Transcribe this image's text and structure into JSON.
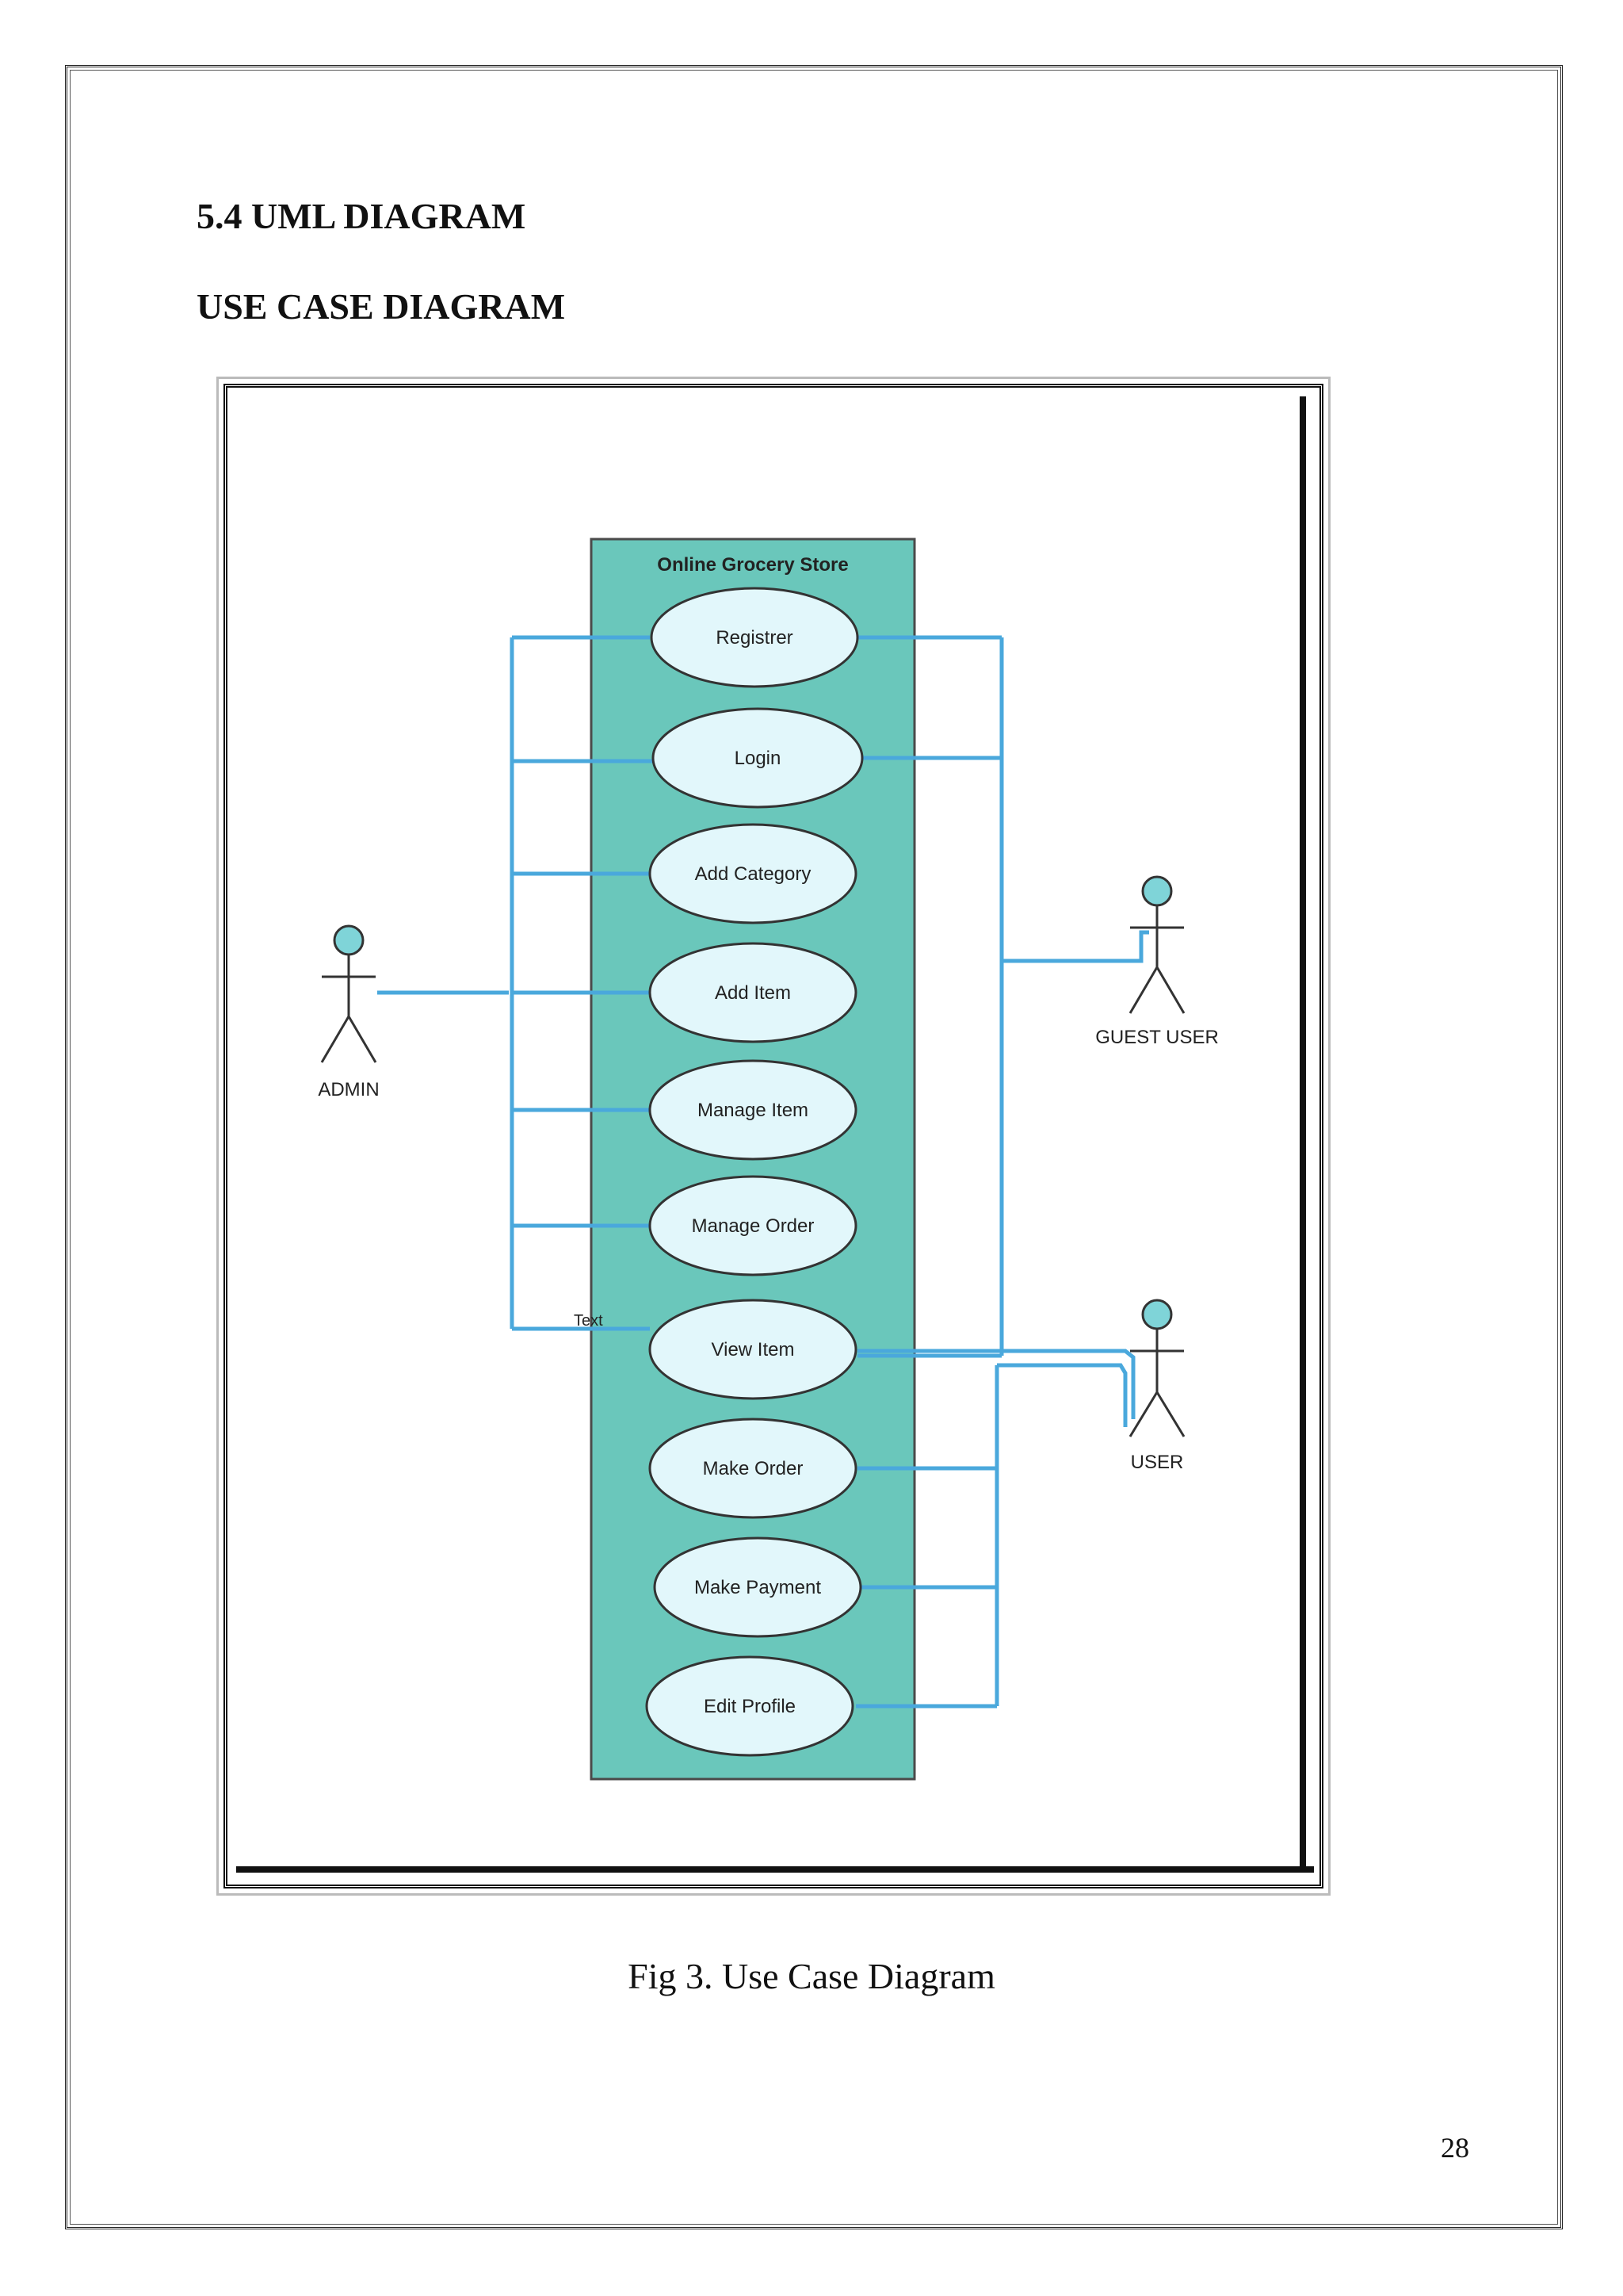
{
  "document": {
    "section_heading": "5.4 UML DIAGRAM",
    "subheading": "USE CASE DIAGRAM",
    "caption": "Fig 3. Use Case Diagram",
    "page_number": "28"
  },
  "diagram": {
    "system_name": "Online Grocery Store",
    "use_cases": [
      "Registrer",
      "Login",
      "Add Category",
      "Add Item",
      "Manage Item",
      "Manage Order",
      "View Item",
      "Make Order",
      "Make Payment",
      "Edit Profile"
    ],
    "actors": {
      "admin": "ADMIN",
      "guest_user": "GUEST USER",
      "user": "USER"
    },
    "connector_note": "Text",
    "colors": {
      "system_fill": "#6ac7bb",
      "use_case_fill": "#e2f7fb",
      "connector": "#4aa8dc",
      "actor_head": "#7fd4d8"
    }
  }
}
